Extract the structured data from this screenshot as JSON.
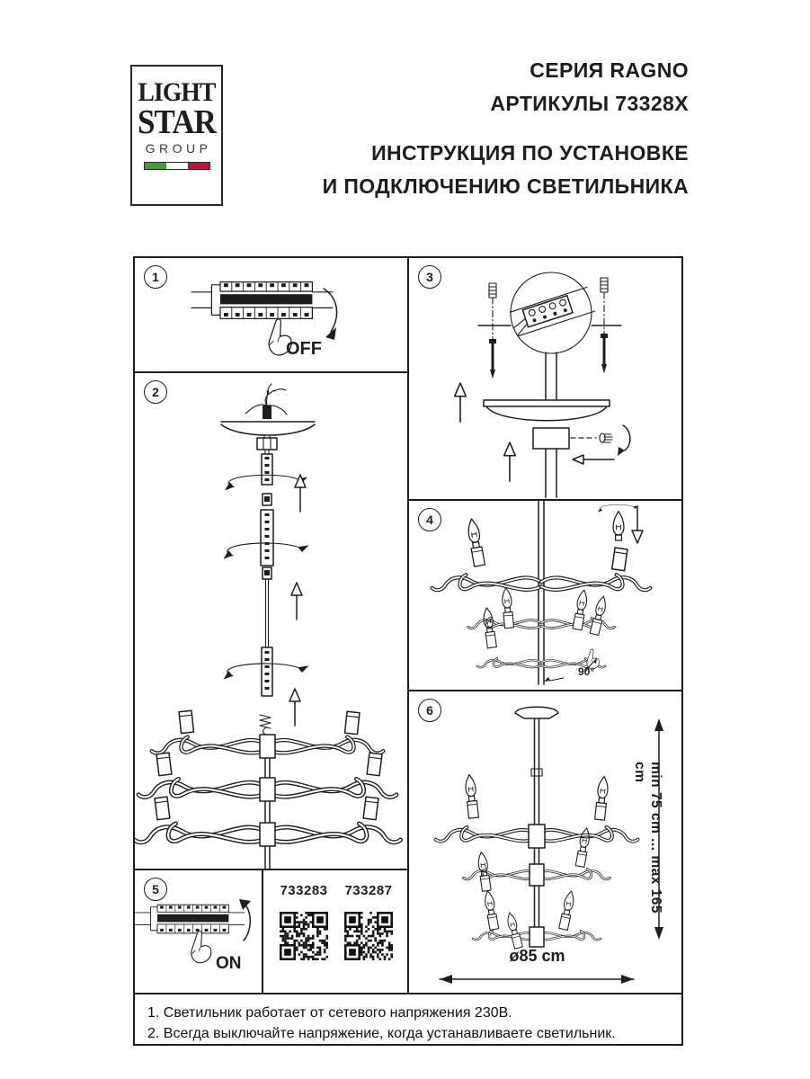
{
  "page": {
    "ink": "#1d1d1b",
    "background": "#ffffff"
  },
  "header": {
    "logo": {
      "line1": "LIGHT",
      "line2": "STAR",
      "line3": "GROUP",
      "flag_colors": {
        "green": "#3f9c35",
        "white": "#ffffff",
        "red": "#c8102e"
      }
    },
    "series": "СЕРИЯ RAGNO",
    "articles": "АРТИКУЛЫ 73328X",
    "instruction_line1": "ИНСТРУКЦИЯ ПО УСТАНОВКЕ",
    "instruction_line2": "И ПОДКЛЮЧЕНИЮ СВЕТИЛЬНИКА"
  },
  "panels": {
    "p1": {
      "number": "1",
      "label": "OFF"
    },
    "p2": {
      "number": "2"
    },
    "p3": {
      "number": "3"
    },
    "p4": {
      "number": "4",
      "angle_label": "90°"
    },
    "p5": {
      "number": "5",
      "label": "ON"
    },
    "p6": {
      "number": "6",
      "height_label": "min 75 cm ... max 165 cm",
      "diameter_label": "ø85 cm"
    }
  },
  "qr": {
    "items": [
      {
        "code": "733283"
      },
      {
        "code": "733287"
      }
    ]
  },
  "notes": [
    "1. Светильник работает от сетевого напряжения 230В.",
    "2. Всегда выключайте напряжение, когда устанавливаете светильник."
  ]
}
